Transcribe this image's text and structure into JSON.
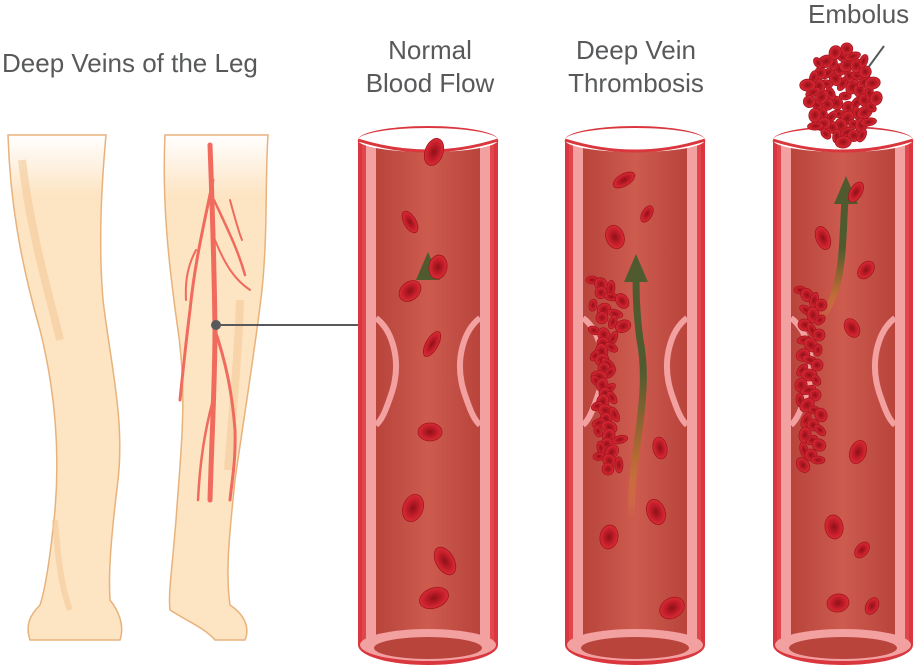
{
  "labels": {
    "legs_title": "Deep Veins of the Leg",
    "normal_line1": "Normal",
    "normal_line2": "Blood Flow",
    "dvt_line1": "Deep Vein",
    "dvt_line2": "Thrombosis",
    "embolus": "Embolus"
  },
  "colors": {
    "skin": "#fde4c3",
    "skin_shadow": "#f3c99a",
    "skin_outline": "#e8b27c",
    "vein_line": "#f06b5e",
    "vessel_outer": "#d9363d",
    "vessel_wall": "#f2a0a0",
    "vessel_lumen": "#c8554a",
    "blood_cell": "#c71f2b",
    "blood_cell_dark": "#8f1018",
    "flow_arrow": "#4f5b2f",
    "flow_arrow_tail": "#e08a3a",
    "pointer_line": "#58595b",
    "text": "#58595b"
  }
}
